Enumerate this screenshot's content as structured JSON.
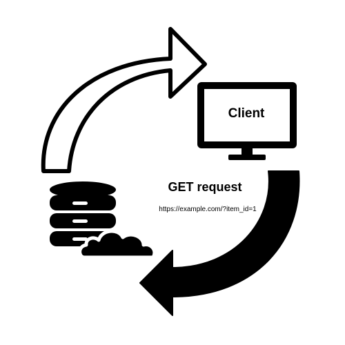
{
  "client": {
    "label": "Client",
    "icon": "monitor-icon"
  },
  "server": {
    "icons": [
      "database-icon",
      "cloud-icon"
    ]
  },
  "request": {
    "method_label": "GET request",
    "url": "https://example.com/?item_id=1"
  },
  "arrows": {
    "outgoing": "white-outlined-curved-arrow",
    "incoming": "black-filled-curved-arrow"
  },
  "colors": {
    "ink": "#000000",
    "paper": "#ffffff"
  }
}
